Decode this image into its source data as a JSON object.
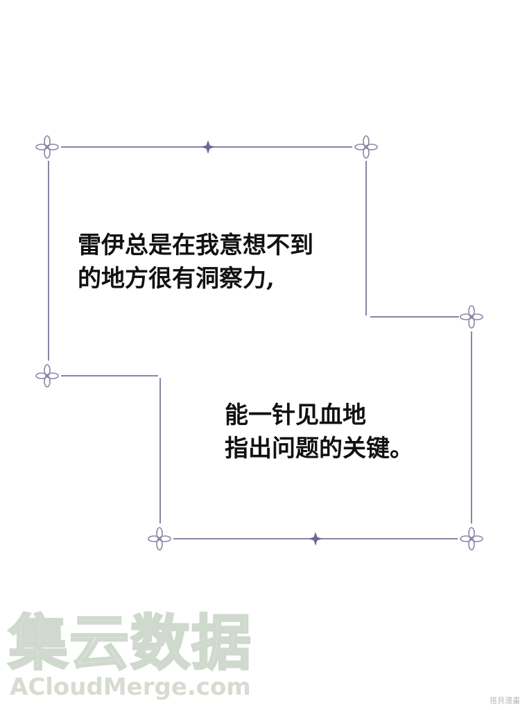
{
  "panel": {
    "caption1": {
      "line1": "雷伊总是在我意想不到",
      "line2": "的地方很有洞察力,"
    },
    "caption2": {
      "line1": "能一针见血地",
      "line2": "指出问题的关键。"
    }
  },
  "watermark": {
    "main": "集云数据",
    "sub": "ACloudMerge.com"
  },
  "corner_mark": "搭貝漫畫",
  "colors": {
    "frame_line": "#8a83a6",
    "text": "#111111"
  }
}
